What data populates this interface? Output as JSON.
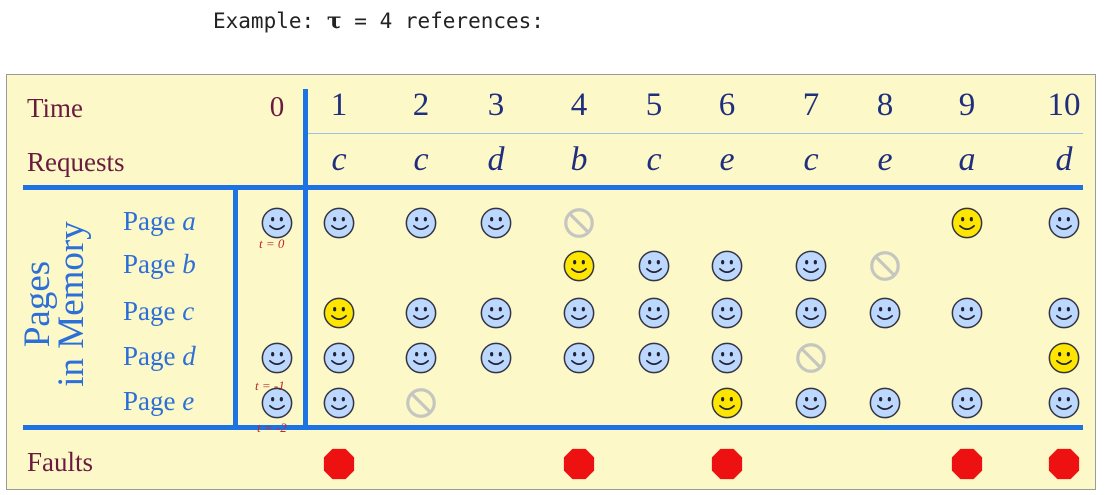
{
  "caption": {
    "prefix": "Example:",
    "tau": "τ",
    "suffix": "= 4 references:"
  },
  "labels": {
    "time": "Time",
    "requests": "Requests",
    "faults": "Faults",
    "pages_in_memory_line1": "Pages",
    "pages_in_memory_line2": "in Memory"
  },
  "time_values": [
    "0",
    "1",
    "2",
    "3",
    "4",
    "5",
    "6",
    "7",
    "8",
    "9",
    "10"
  ],
  "requests": [
    "c",
    "c",
    "d",
    "b",
    "c",
    "e",
    "c",
    "e",
    "a",
    "d"
  ],
  "pages": [
    {
      "prefix": "Page",
      "name": "a",
      "states": [
        "resident",
        "resident",
        "resident",
        "resident",
        "evicted",
        "",
        "",
        "",
        "",
        "loaded",
        "resident"
      ]
    },
    {
      "prefix": "Page",
      "name": "b",
      "states": [
        "",
        "",
        "",
        "",
        "loaded",
        "resident",
        "resident",
        "resident",
        "evicted",
        "",
        ""
      ]
    },
    {
      "prefix": "Page",
      "name": "c",
      "states": [
        "",
        "loaded",
        "resident",
        "resident",
        "resident",
        "resident",
        "resident",
        "resident",
        "resident",
        "resident",
        "resident"
      ]
    },
    {
      "prefix": "Page",
      "name": "d",
      "states": [
        "resident",
        "resident",
        "resident",
        "resident",
        "resident",
        "resident",
        "resident",
        "evicted",
        "",
        "",
        "loaded"
      ]
    },
    {
      "prefix": "Page",
      "name": "e",
      "states": [
        "resident",
        "resident",
        "evicted",
        "",
        "",
        "",
        "loaded",
        "resident",
        "resident",
        "resident",
        "resident"
      ]
    }
  ],
  "time_tags": [
    "t = 0",
    "t = -1",
    "t = -2"
  ],
  "faults": [
    false,
    true,
    false,
    false,
    true,
    false,
    true,
    false,
    false,
    true,
    true
  ],
  "icons": {
    "resident": "smiley-blue-icon",
    "loaded": "smiley-yellow-icon",
    "evicted": "no-sign-icon",
    "fault": "red-octagon-icon"
  },
  "colors": {
    "panel": "#fcf8c8",
    "grid_line": "#1e73e3",
    "label_maroon": "#6b1a3f",
    "label_navy": "#1f2f7d",
    "page_label_blue": "#2d6fd8",
    "resident_fill": "#bcd8ff",
    "loaded_fill": "#ffe600",
    "fault": "#ee1111",
    "tag": "#c0282b"
  }
}
